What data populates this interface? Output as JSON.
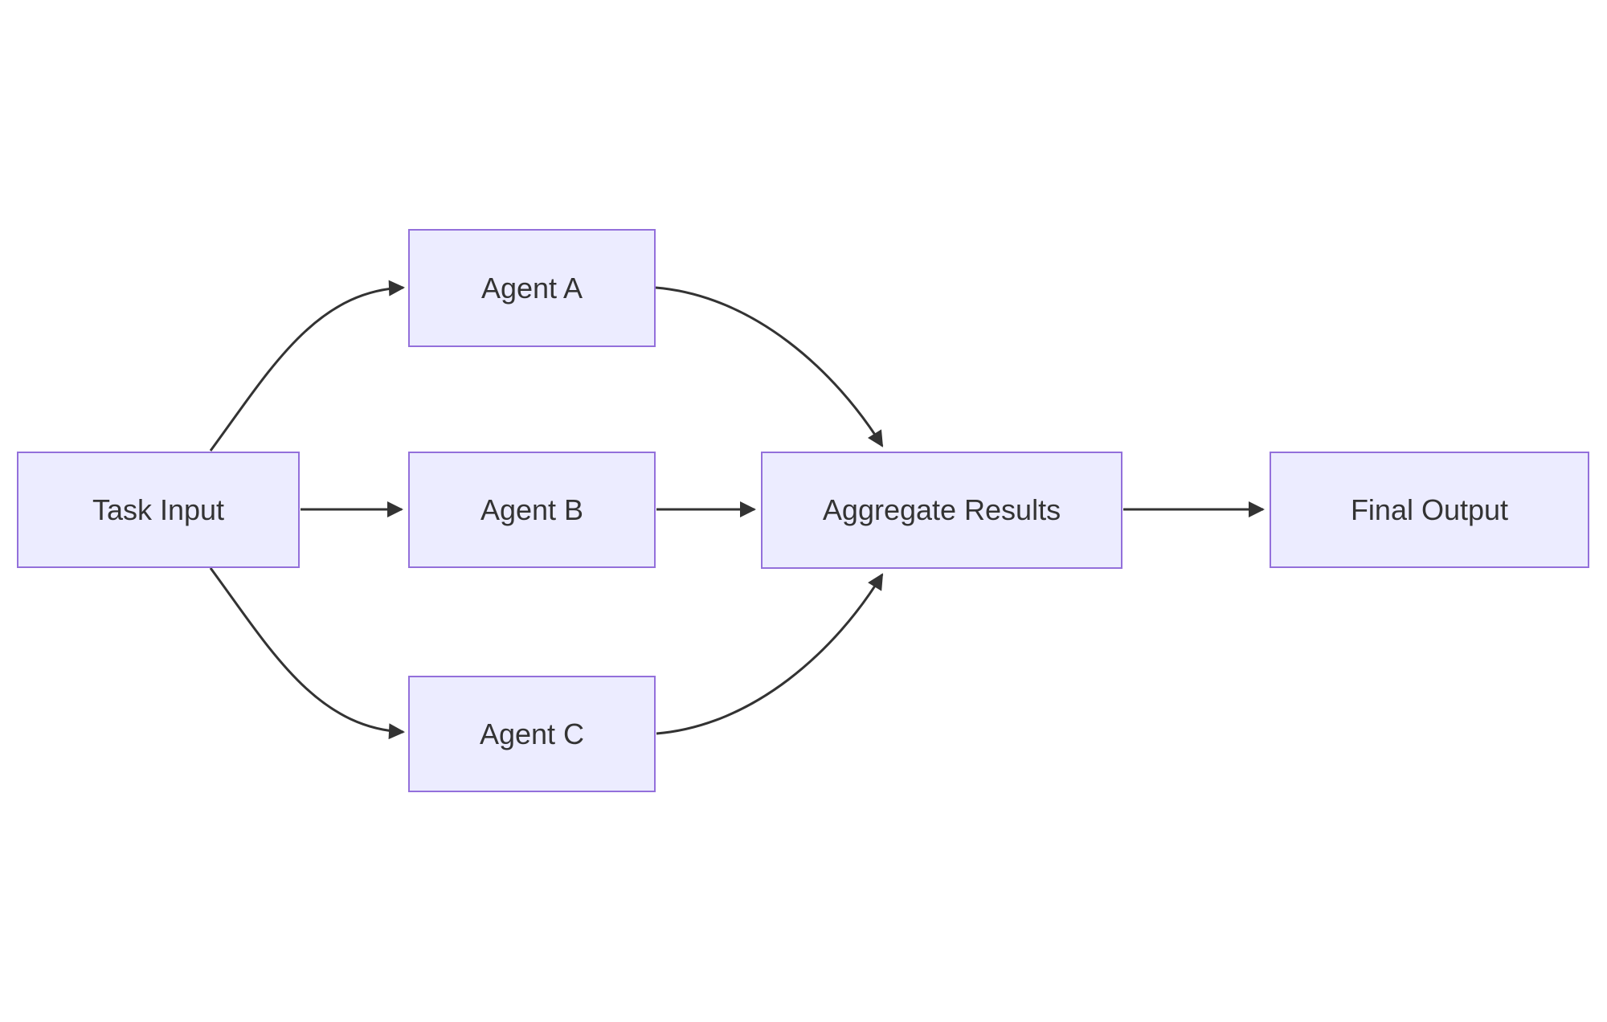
{
  "diagram": {
    "type": "flowchart",
    "direction": "left-to-right",
    "nodes": {
      "task_input": {
        "label": "Task Input"
      },
      "agent_a": {
        "label": "Agent A"
      },
      "agent_b": {
        "label": "Agent B"
      },
      "agent_c": {
        "label": "Agent C"
      },
      "aggregate": {
        "label": "Aggregate Results"
      },
      "final_output": {
        "label": "Final Output"
      }
    },
    "edges": [
      {
        "from": "task_input",
        "to": "agent_a"
      },
      {
        "from": "task_input",
        "to": "agent_b"
      },
      {
        "from": "task_input",
        "to": "agent_c"
      },
      {
        "from": "agent_a",
        "to": "aggregate"
      },
      {
        "from": "agent_b",
        "to": "aggregate"
      },
      {
        "from": "agent_c",
        "to": "aggregate"
      },
      {
        "from": "aggregate",
        "to": "final_output"
      }
    ],
    "colors": {
      "node_fill": "#ECECFF",
      "node_border": "#9370DB",
      "edge_line": "#333333",
      "text": "#333333",
      "background": "#FFFFFF"
    }
  }
}
